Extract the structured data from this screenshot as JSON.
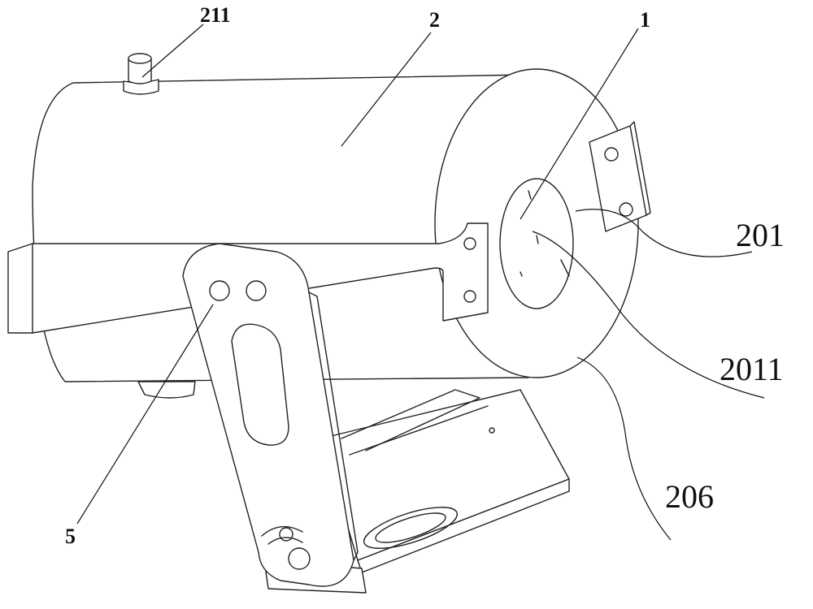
{
  "figure": {
    "labels": {
      "l211": "211",
      "l2": "2",
      "l1": "1",
      "l201": "201",
      "l2011": "2011",
      "l206": "206",
      "l5": "5"
    }
  }
}
